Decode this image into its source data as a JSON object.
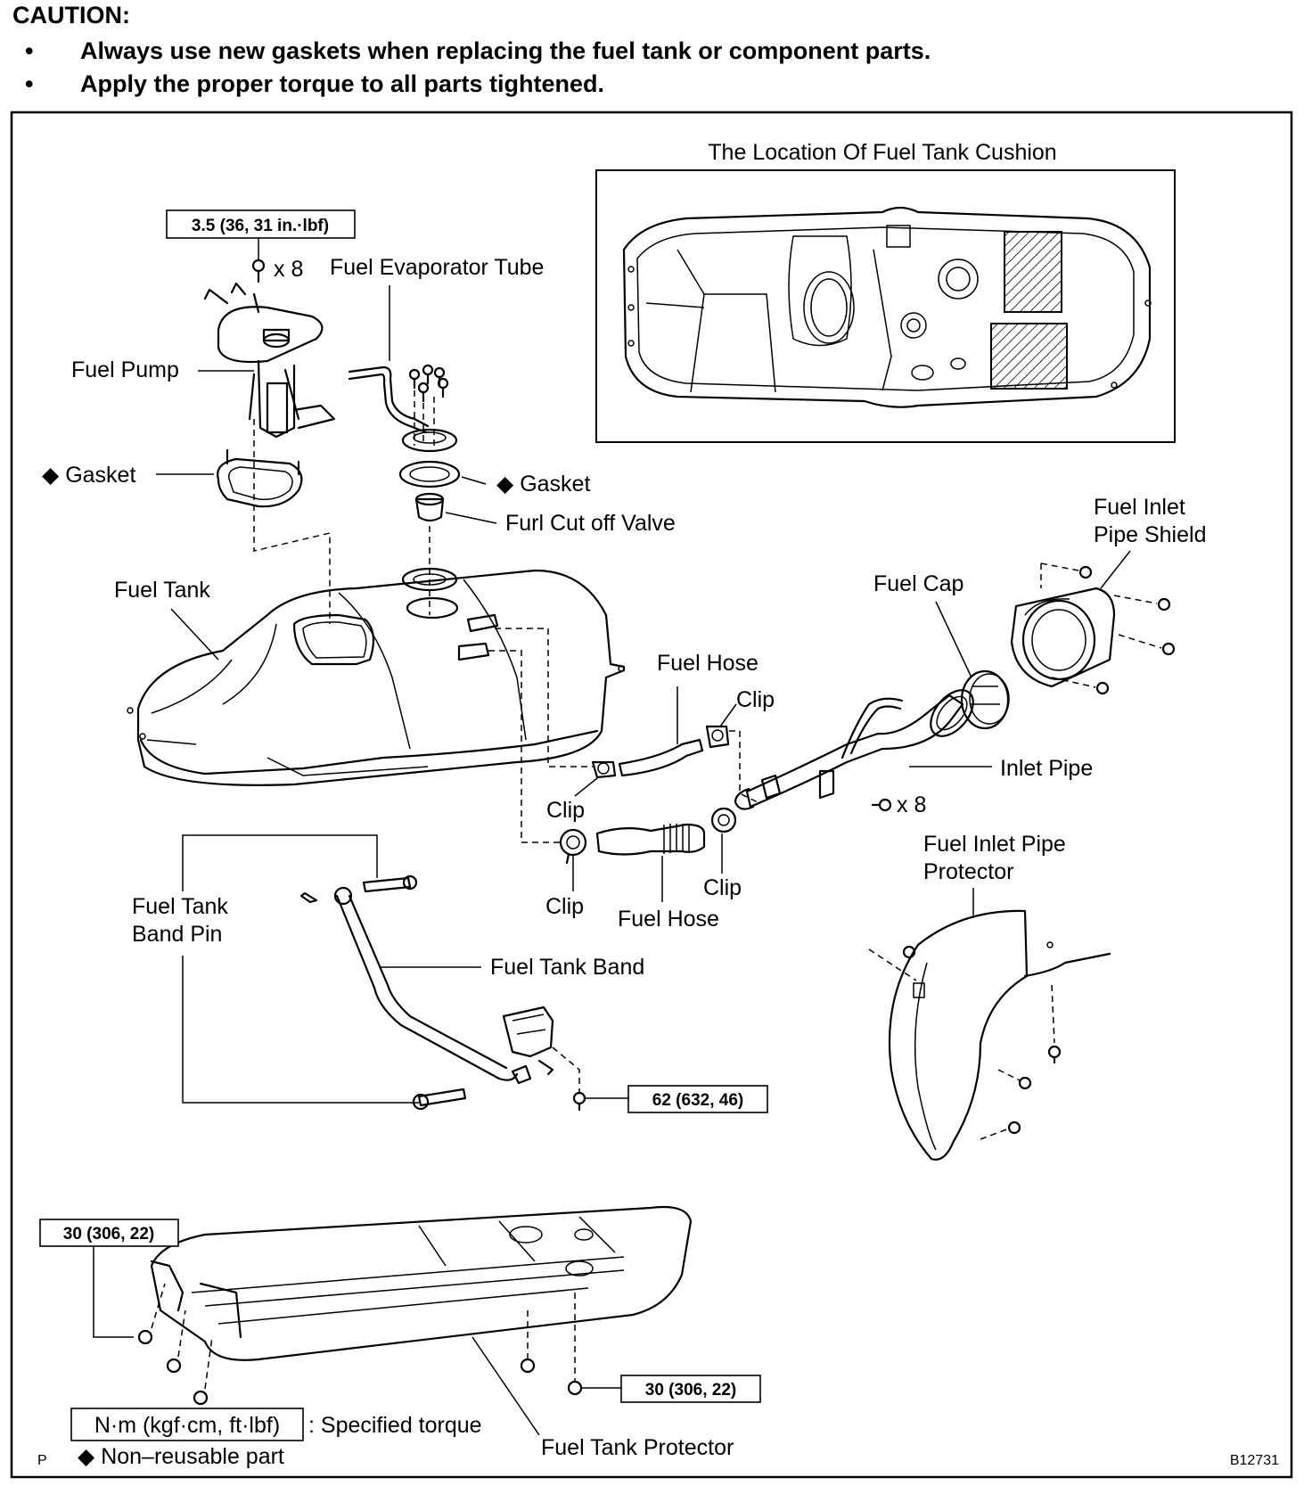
{
  "caution": {
    "title": "CAUTION:",
    "bullet": "•",
    "items": [
      "Always use new gaskets when replacing the fuel tank or component parts.",
      "Apply the proper torque to all parts tightened."
    ]
  },
  "inset": {
    "title": "The Location Of Fuel Tank Cushion"
  },
  "torque": {
    "pump_bolts": "3.5 (36, 31 in.·lbf)",
    "band_bolt": "62 (632, 46)",
    "protector_left": "30 (306, 22)",
    "protector_right": "30 (306, 22)"
  },
  "labels": {
    "pump_bolt_count": "x 8",
    "fuel_evaporator_tube": "Fuel Evaporator Tube",
    "fuel_pump": "Fuel Pump",
    "gasket_left": "Gasket",
    "gasket_right": "Gasket",
    "cut_off_valve": "Furl Cut off Valve",
    "fuel_tank": "Fuel Tank",
    "fuel_inlet_pipe_shield_1": "Fuel Inlet",
    "fuel_inlet_pipe_shield_2": "Pipe Shield",
    "fuel_cap": "Fuel Cap",
    "fuel_hose_top": "Fuel Hose",
    "clip_top": "Clip",
    "inlet_pipe": "Inlet Pipe",
    "clip_mid": "Clip",
    "inlet_bolt_count": "x 8",
    "fuel_inlet_pipe_protector_1": "Fuel Inlet Pipe",
    "fuel_inlet_pipe_protector_2": "Protector",
    "fuel_tank_band_pin_1": "Fuel Tank",
    "fuel_tank_band_pin_2": "Band Pin",
    "clip_bottom_left": "Clip",
    "clip_bottom_right": "Clip",
    "fuel_hose_bottom": "Fuel Hose",
    "fuel_tank_band": "Fuel Tank Band",
    "fuel_tank_protector": "Fuel Tank Protector"
  },
  "legend": {
    "torque_units": "N·m (kgf·cm, ft·lbf)",
    "torque_text": ": Specified torque",
    "nonreusable_text": "Non–reusable part",
    "diamond": "◆"
  },
  "corner": {
    "left_code": "P",
    "figure_code": "B12731"
  }
}
